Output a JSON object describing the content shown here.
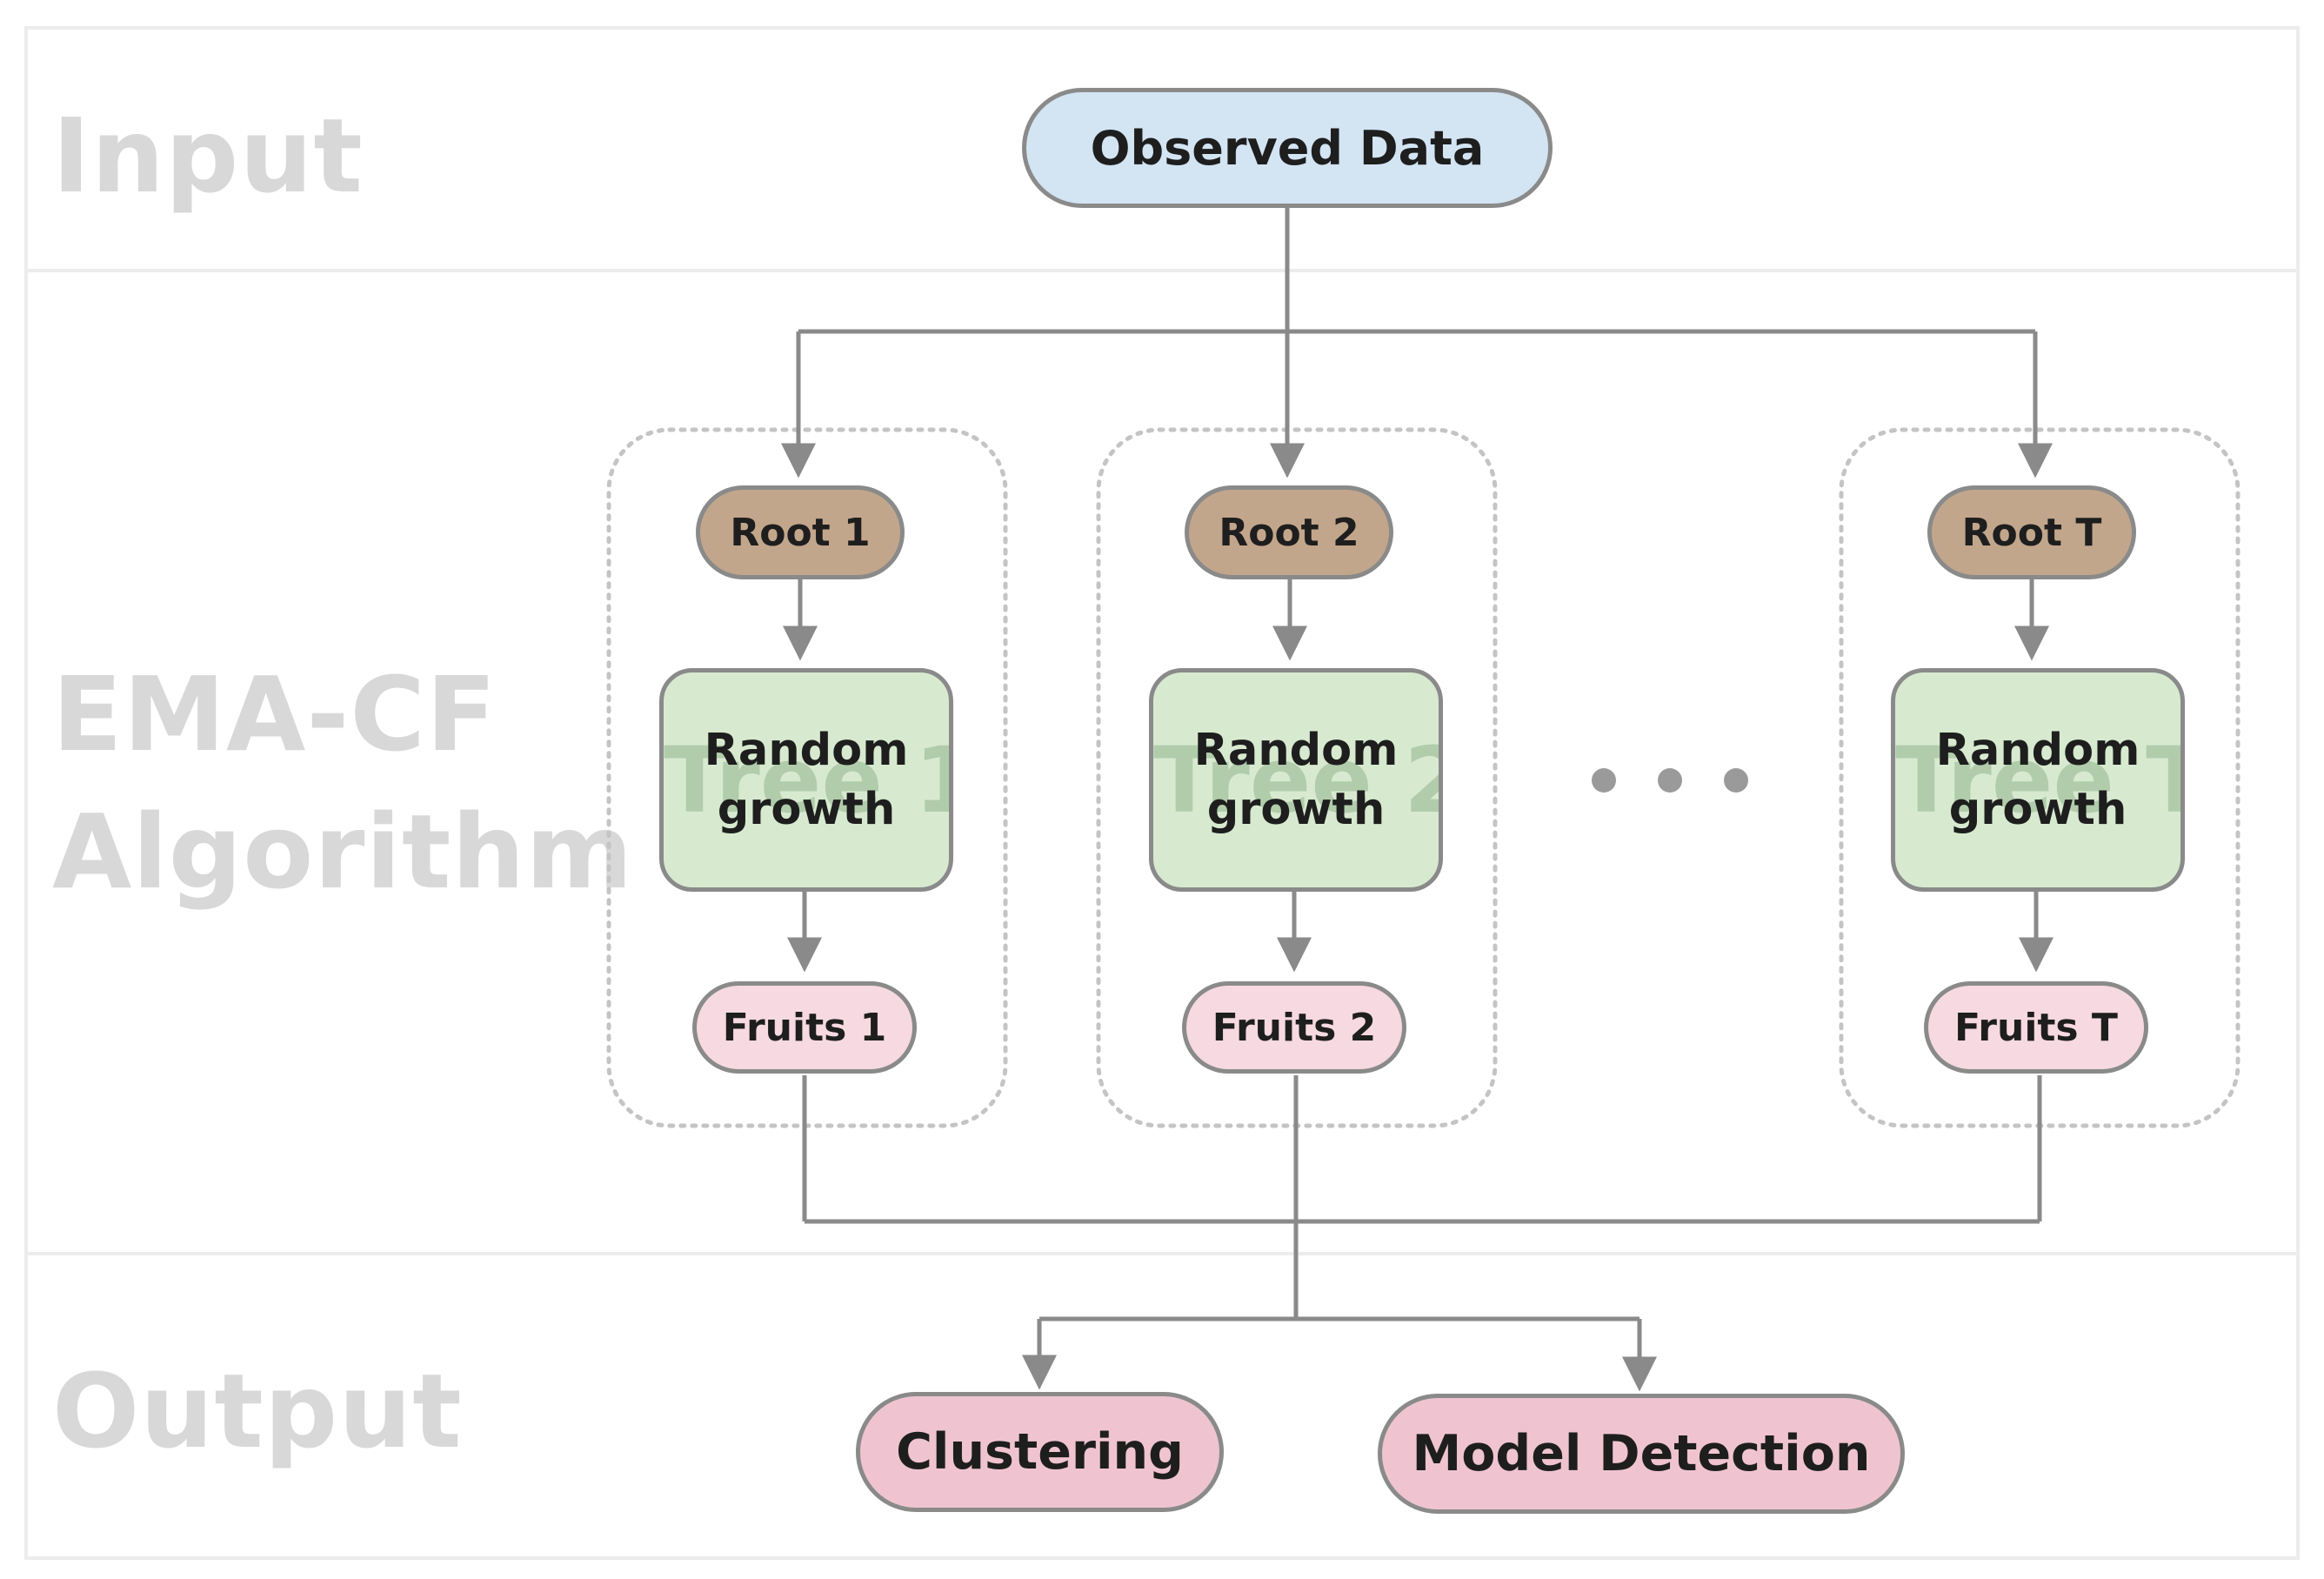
{
  "sections": {
    "input": "Input",
    "algorithm": "EMA-CF\nAlgorithm",
    "output": "Output"
  },
  "input_node": "Observed Data",
  "trees": [
    {
      "root": "Root 1",
      "growth": "Random\ngrowth",
      "tree_label": "Tree 1",
      "fruits": "Fruits 1"
    },
    {
      "root": "Root 2",
      "growth": "Random\ngrowth",
      "tree_label": "Tree 2",
      "fruits": "Fruits 2"
    },
    {
      "root": "Root T",
      "growth": "Random\ngrowth",
      "tree_label": "Tree T",
      "fruits": "Fruits T"
    }
  ],
  "outputs": {
    "clustering": "Clustering",
    "model_detection": "Model Detection"
  },
  "colors": {
    "input_fill": "#d3e4f3",
    "root_fill": "#c2a68b",
    "growth_fill": "#d7ead0",
    "fruits_fill": "#f6d9e1",
    "output_fill": "#efc4d0",
    "stroke": "#8a8a8a",
    "section_label": "#d8d8d8"
  }
}
